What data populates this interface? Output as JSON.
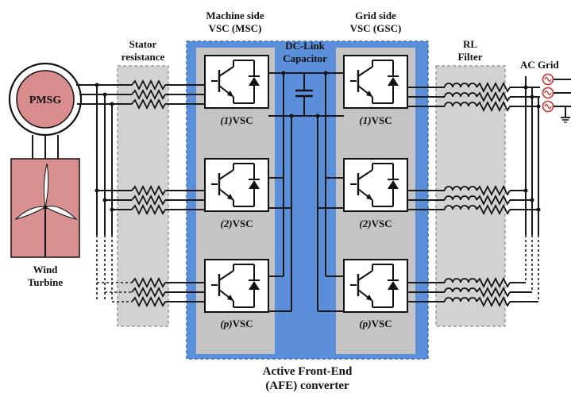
{
  "labels": {
    "machine_side": "Machine side",
    "machine_side_abbr": "VSC (MSC)",
    "grid_side": "Grid side",
    "grid_side_abbr": "VSC (GSC)",
    "stator_1": "Stator",
    "stator_2": "resistance",
    "dclink_1": "DC-Link",
    "dclink_2": "Capacitor",
    "rl_1": "RL",
    "rl_2": "Filter",
    "ac_grid": "AC Grid",
    "pmsg": "PMSG",
    "wind_1": "Wind",
    "wind_2": "Turbine",
    "afe_1": "Active Front-End",
    "afe_2": "(AFE) converter"
  },
  "msc_modules": [
    {
      "prefix": "(1)",
      "suffix": "VSC"
    },
    {
      "prefix": "(2)",
      "suffix": "VSC"
    },
    {
      "prefix": "(p)",
      "suffix": "VSC"
    }
  ],
  "gsc_modules": [
    {
      "prefix": "(1)",
      "suffix": "VSC"
    },
    {
      "prefix": "(2)",
      "suffix": "VSC"
    },
    {
      "prefix": "(p)",
      "suffix": "VSC"
    }
  ],
  "colors": {
    "afe_blue": "#5b8fd9",
    "panel_gray": "#c4c4c4",
    "dashed_panel": "#d2d2d2",
    "pmsg_fill": "#d98c8c",
    "turbine_fill": "#d99090",
    "grid_source": "#cc4444"
  },
  "icons": [
    "igbt-switch-icon",
    "diode-icon",
    "resistor-icon",
    "inductor-icon",
    "capacitor-icon",
    "ac-source-icon",
    "ground-icon",
    "wind-blade-icon"
  ]
}
